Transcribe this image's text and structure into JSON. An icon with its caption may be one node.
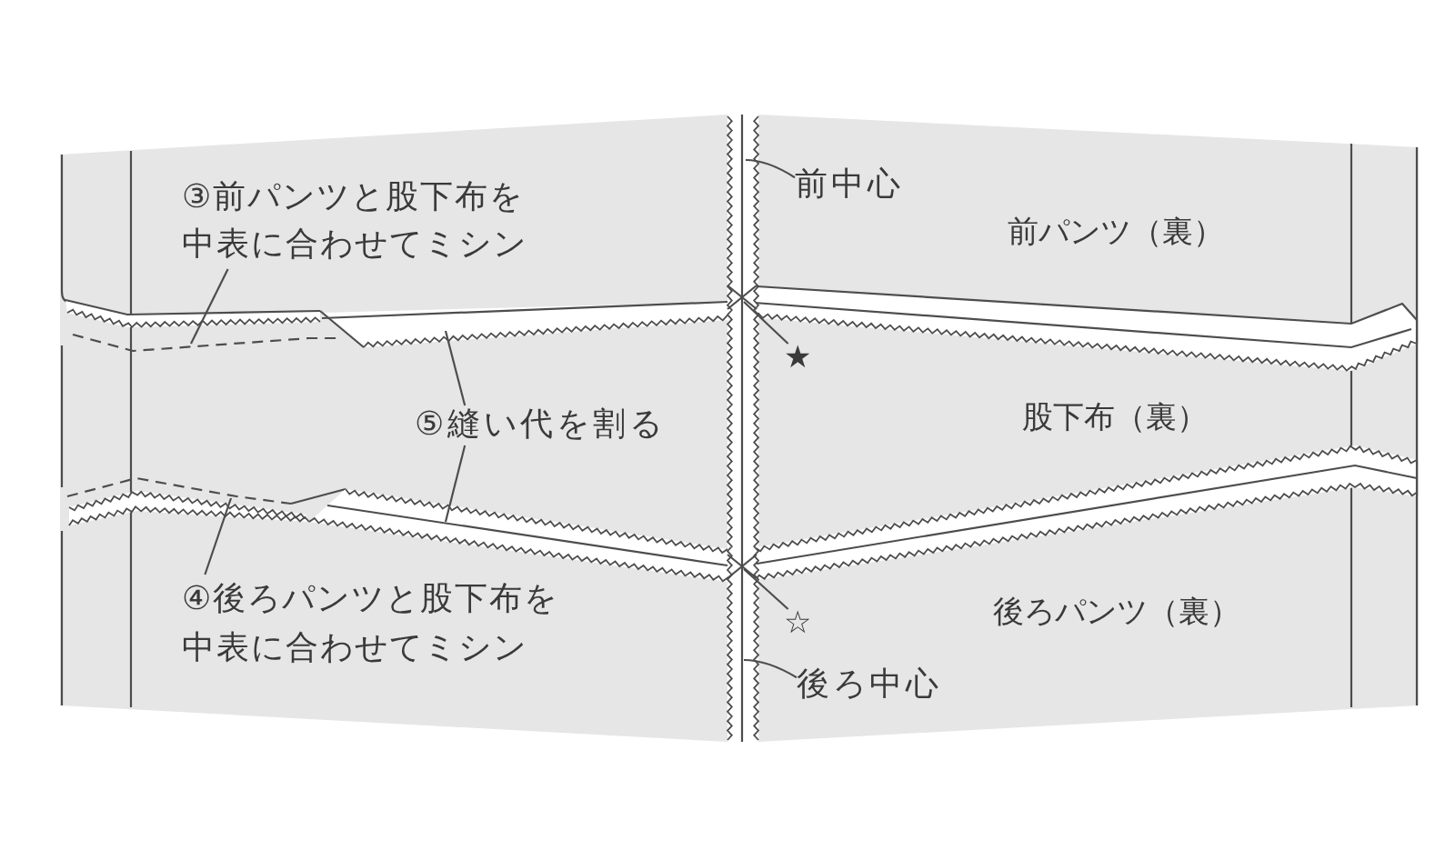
{
  "diagram": {
    "nodes": [
      {
        "text": [
          "③前パンツと股下布を中表に合わせてミシン"
        ]
      },
      {
        "text": [
          "前中心"
        ]
      },
      {
        "text": [
          "★"
        ]
      },
      {
        "text": [
          "⑤縫い代を割る"
        ]
      },
      {
        "text": [
          "④後ろパンツと股下布を中表に合わせてミシン"
        ]
      },
      {
        "text": [
          "☆"
        ]
      },
      {
        "text": [
          "後ろ中心"
        ]
      }
    ],
    "edges": [
      {
        "from": 0,
        "to": null,
        "arrow": "none"
      },
      {
        "from": 1,
        "to": null,
        "arrow": "none"
      },
      {
        "from": 2,
        "to": null,
        "arrow": "none"
      },
      {
        "from": 3,
        "to": null,
        "arrow": "none"
      },
      {
        "from": 3,
        "to": null,
        "arrow": "none"
      },
      {
        "from": 4,
        "to": null,
        "arrow": "none"
      },
      {
        "from": 5,
        "to": null,
        "arrow": "none"
      },
      {
        "from": 6,
        "to": null,
        "arrow": "none"
      }
    ],
    "labels": [
      "前パンツ（裏）",
      "股下布（裏）",
      "後ろパンツ（裏）"
    ]
  }
}
